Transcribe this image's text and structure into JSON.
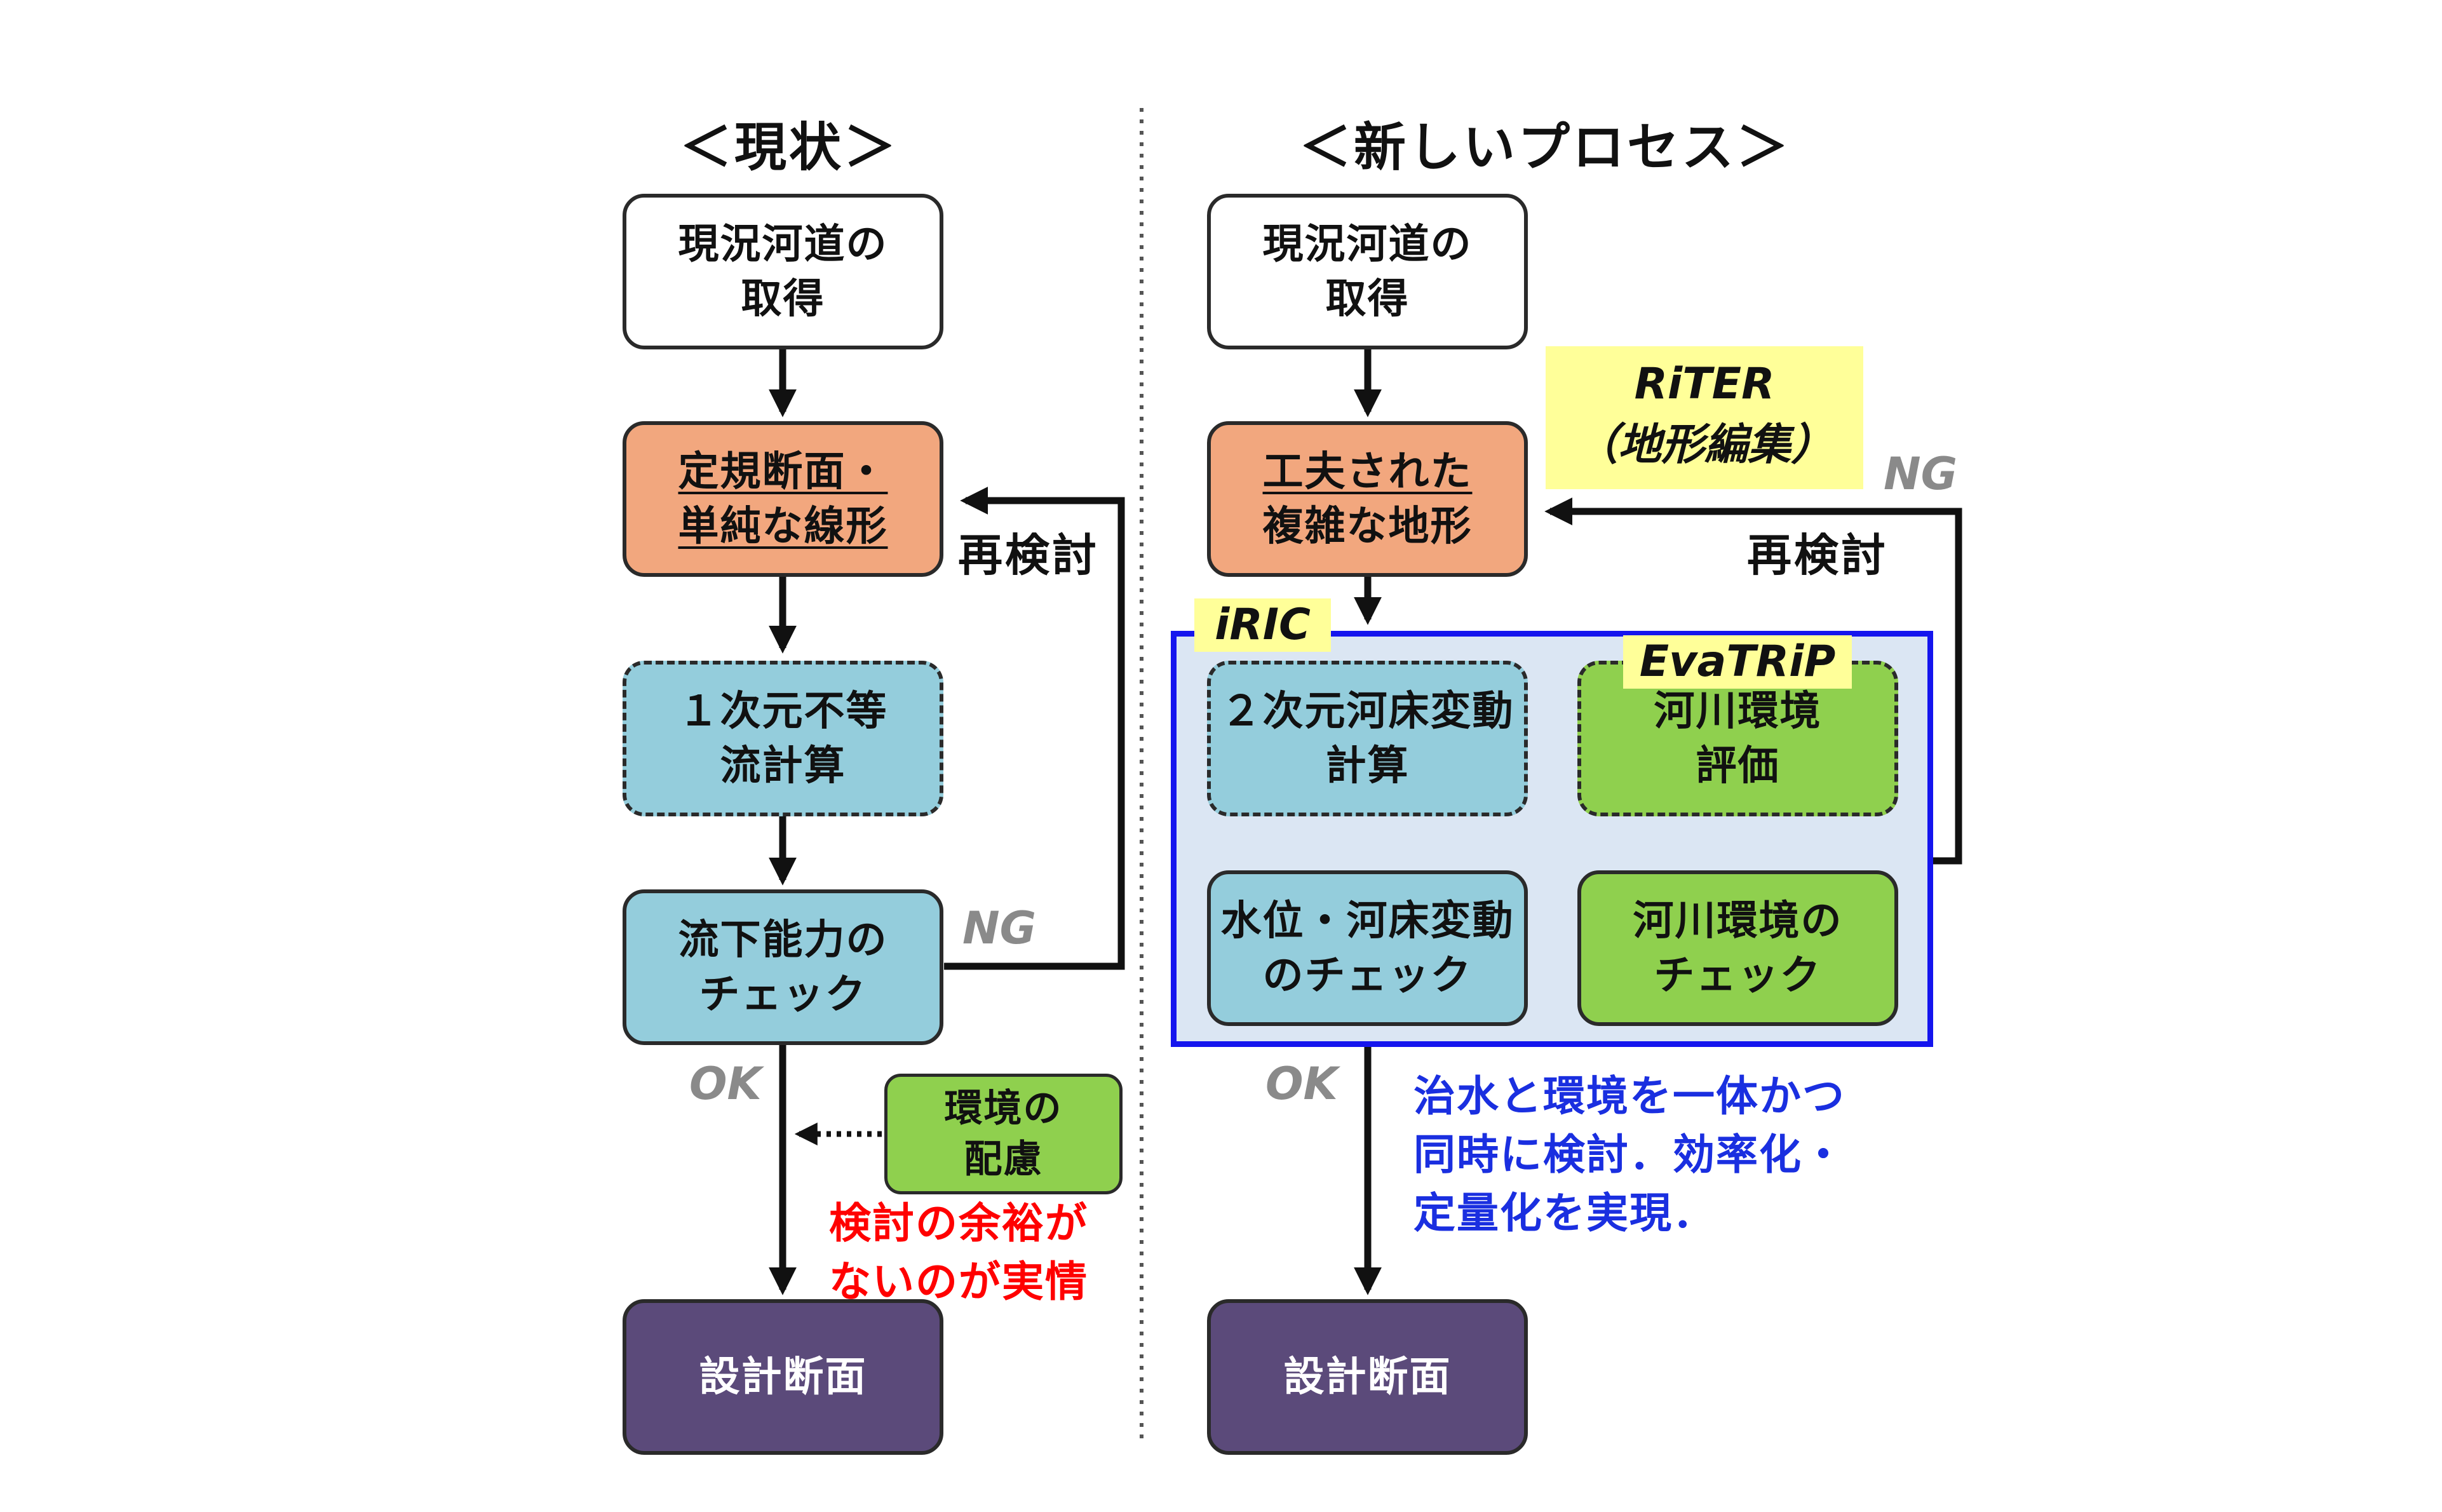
{
  "left": {
    "title": "＜現状＞",
    "box_acquire": [
      "現況河道の",
      "取得"
    ],
    "box_regular": [
      "定規断面・",
      "単純な線形"
    ],
    "box_1d": [
      "１次元不等",
      "流計算"
    ],
    "box_check": [
      "流下能力の",
      "チェック"
    ],
    "box_env": [
      "環境の",
      "配慮"
    ],
    "box_design": "設計断面",
    "label_recheck": "再検討",
    "label_ng": "NG",
    "label_ok": "OK",
    "note": [
      "検討の余裕が",
      "ないのが実情"
    ]
  },
  "right": {
    "title": "＜新しいプロセス＞",
    "box_acquire": [
      "現況河道の",
      "取得"
    ],
    "box_complex": [
      "工夫された",
      "複雑な地形"
    ],
    "box_2d": [
      "２次元河床変動",
      "計算"
    ],
    "box_river_eval": [
      "河川環境",
      "評価"
    ],
    "box_water_check": [
      "水位・河床変動",
      "のチェック"
    ],
    "box_env_check": [
      "河川環境の",
      "チェック"
    ],
    "box_design": "設計断面",
    "tag_riter": [
      "RiTER",
      "（地形編集）"
    ],
    "tag_iric": "iRIC",
    "tag_evatrip": "EvaTRiP",
    "label_recheck": "再検討",
    "label_ng": "NG",
    "label_ok": "OK",
    "note": [
      "治水と環境を一体かつ",
      "同時に検討．効率化・",
      "定量化を実現．"
    ]
  },
  "colors": {
    "orange": "#f2a77e",
    "light_blue": "#94cddc",
    "green": "#8fd04e",
    "purple": "#5b4a7a",
    "frame_blue": "#1515ee",
    "highlight_yellow": "#ffff99",
    "note_red": "#ff0000",
    "note_blue": "#1a2fe0"
  }
}
